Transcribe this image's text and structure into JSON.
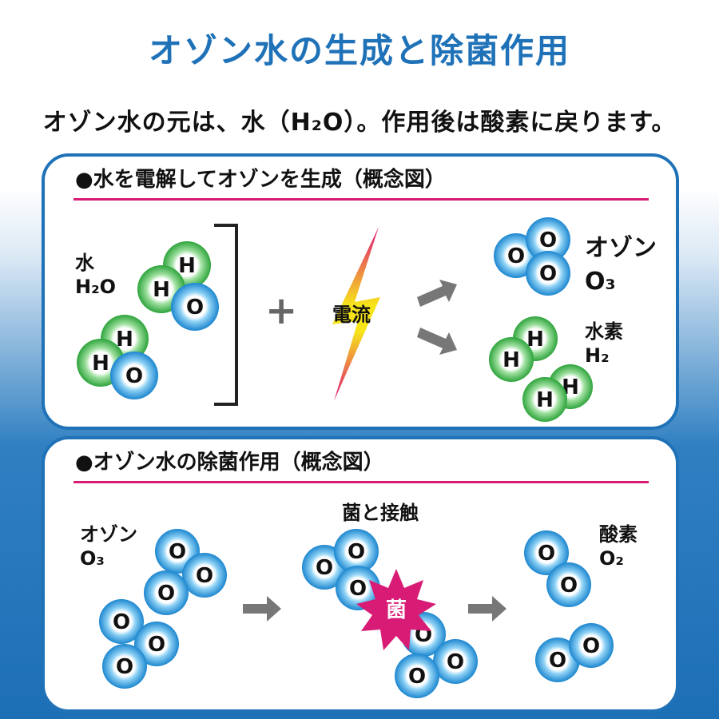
{
  "title": "オゾン水の生成と除菌作用",
  "subtitle": "オゾン水の元は、水（H₂O）。作用後は酸素に戻ります。",
  "panel1": {
    "heading": "●水を電解してオゾンを生成（概念図）",
    "water_label": "水",
    "water_formula": "H₂O",
    "current_label": "電流",
    "ozone_label": "オゾン",
    "ozone_formula": "O₃",
    "hydrogen_label": "水素",
    "hydrogen_formula": "H₂"
  },
  "panel2": {
    "heading": "●オゾン水の除菌作用（概念図）",
    "ozone_label": "オゾン",
    "ozone_formula": "O₃",
    "contact_label": "菌と接触",
    "germ_label": "菌",
    "oxygen_label": "酸素",
    "oxygen_formula": "O₂"
  },
  "atom_letters": {
    "hydrogen": "H",
    "oxygen": "O"
  },
  "colors": {
    "title": "#1f72b8",
    "panel_border": "#1f72b8",
    "rule": "#d81b74",
    "oxygen_atom": "#2a9fe0",
    "hydrogen_atom": "#3cb84a",
    "bolt_top": "#e0127a",
    "bolt_mid": "#f7e51a",
    "germ": "#d81b74",
    "arrow": "#777777"
  }
}
